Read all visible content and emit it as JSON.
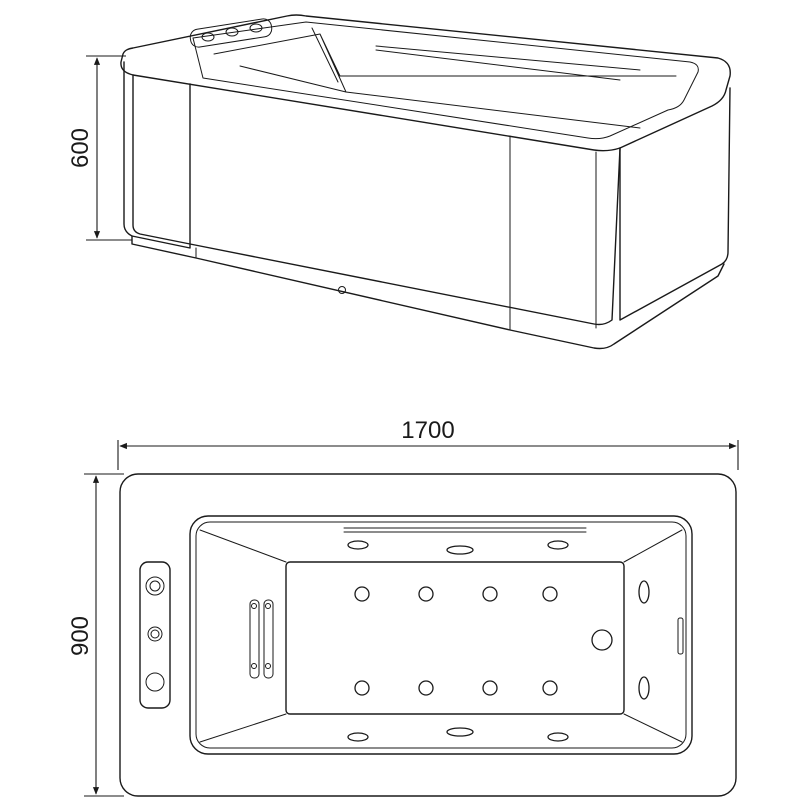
{
  "dimensions": {
    "height": "600",
    "length": "1700",
    "width": "900"
  },
  "colors": {
    "line": "#1a1a1a",
    "background": "#ffffff"
  }
}
